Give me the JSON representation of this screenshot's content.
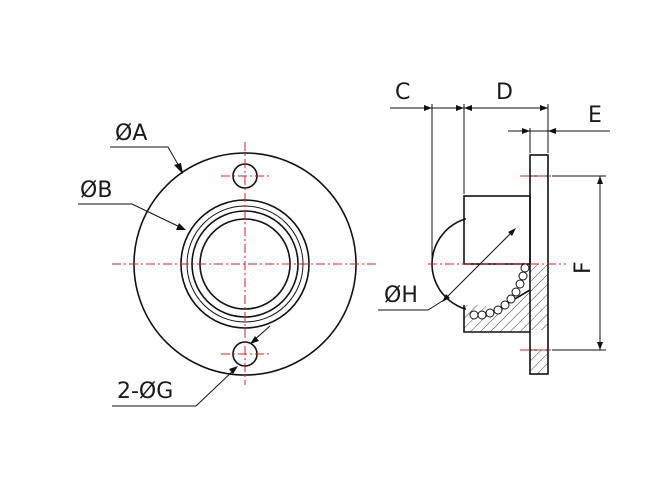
{
  "labels": {
    "dia_a": "ØA",
    "dia_b": "ØB",
    "holes_g": "2-ØG",
    "dia_h": "ØH",
    "dim_c": "C",
    "dim_d": "D",
    "dim_e": "E",
    "dim_f": "F"
  },
  "colors": {
    "line": "#111111",
    "centerline": "#d62020",
    "background": "#ffffff"
  }
}
